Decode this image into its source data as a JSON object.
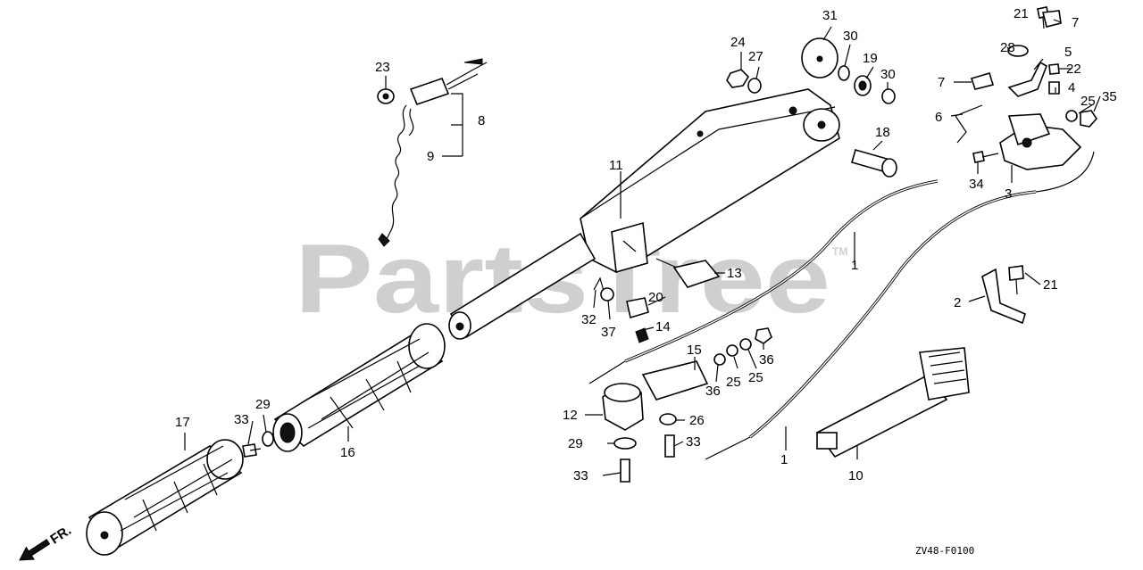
{
  "watermark": {
    "text": "PartsTree",
    "tm": "TM"
  },
  "diagram_code": "ZV48-F0100",
  "direction_label": "FR.",
  "callouts": [
    {
      "id": "c1a",
      "text": "1"
    },
    {
      "id": "c1b",
      "text": "1"
    },
    {
      "id": "c2",
      "text": "2"
    },
    {
      "id": "c3",
      "text": "3"
    },
    {
      "id": "c4",
      "text": "4"
    },
    {
      "id": "c5",
      "text": "5"
    },
    {
      "id": "c6",
      "text": "6"
    },
    {
      "id": "c7a",
      "text": "7"
    },
    {
      "id": "c7b",
      "text": "7"
    },
    {
      "id": "c8",
      "text": "8"
    },
    {
      "id": "c9",
      "text": "9"
    },
    {
      "id": "c10",
      "text": "10"
    },
    {
      "id": "c11",
      "text": "11"
    },
    {
      "id": "c12",
      "text": "12"
    },
    {
      "id": "c13",
      "text": "13"
    },
    {
      "id": "c14",
      "text": "14"
    },
    {
      "id": "c15",
      "text": "15"
    },
    {
      "id": "c16",
      "text": "16"
    },
    {
      "id": "c17",
      "text": "17"
    },
    {
      "id": "c18",
      "text": "18"
    },
    {
      "id": "c19",
      "text": "19"
    },
    {
      "id": "c20",
      "text": "20"
    },
    {
      "id": "c21a",
      "text": "21"
    },
    {
      "id": "c21b",
      "text": "21"
    },
    {
      "id": "c22",
      "text": "22"
    },
    {
      "id": "c23",
      "text": "23"
    },
    {
      "id": "c24",
      "text": "24"
    },
    {
      "id": "c25a",
      "text": "25"
    },
    {
      "id": "c25b",
      "text": "25"
    },
    {
      "id": "c25c",
      "text": "25"
    },
    {
      "id": "c26",
      "text": "26"
    },
    {
      "id": "c27",
      "text": "27"
    },
    {
      "id": "c28",
      "text": "28"
    },
    {
      "id": "c29a",
      "text": "29"
    },
    {
      "id": "c29b",
      "text": "29"
    },
    {
      "id": "c30a",
      "text": "30"
    },
    {
      "id": "c30b",
      "text": "30"
    },
    {
      "id": "c31",
      "text": "31"
    },
    {
      "id": "c32",
      "text": "32"
    },
    {
      "id": "c33a",
      "text": "33"
    },
    {
      "id": "c33b",
      "text": "33"
    },
    {
      "id": "c33c",
      "text": "33"
    },
    {
      "id": "c34",
      "text": "34"
    },
    {
      "id": "c35",
      "text": "35"
    },
    {
      "id": "c36a",
      "text": "36"
    },
    {
      "id": "c36b",
      "text": "36"
    },
    {
      "id": "c37",
      "text": "37"
    }
  ]
}
